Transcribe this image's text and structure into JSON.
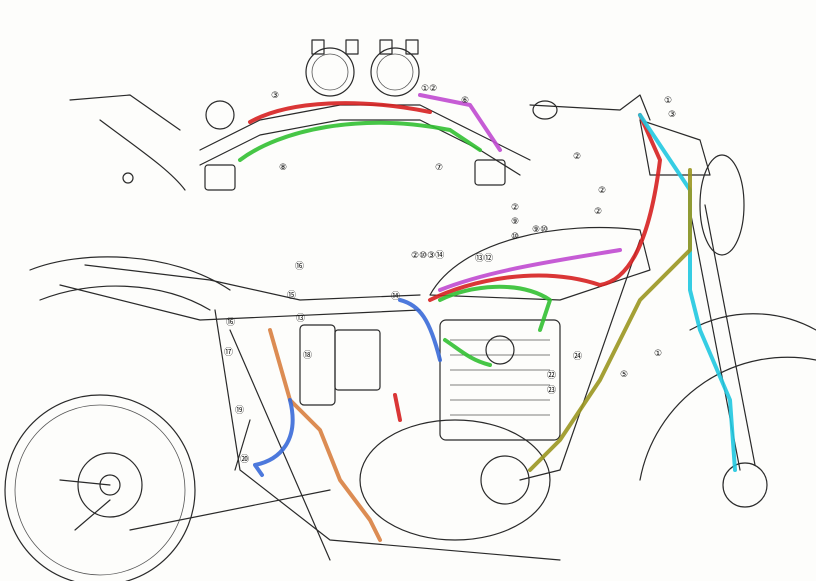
{
  "colors": {
    "red_cable": "#d62020",
    "green_cable": "#32c032",
    "magenta_cable": "#c04ad0",
    "cyan_cable": "#20c8e0",
    "olive_cable": "#9a9620",
    "orange_cable": "#d88040",
    "blue_cable": "#3a6ad8",
    "line_art": "#2a2a2a"
  },
  "callouts": [
    {
      "id": "c1",
      "text": "③"
    },
    {
      "id": "c2",
      "text": "①②"
    },
    {
      "id": "c3",
      "text": "⑥"
    },
    {
      "id": "c4",
      "text": "⑧"
    },
    {
      "id": "c5",
      "text": "⑦"
    },
    {
      "id": "c6",
      "text": "①"
    },
    {
      "id": "c7",
      "text": "③"
    },
    {
      "id": "c8",
      "text": "②"
    },
    {
      "id": "c9",
      "text": "②"
    },
    {
      "id": "c10",
      "text": "②"
    },
    {
      "id": "c11",
      "text": "②"
    },
    {
      "id": "c12",
      "text": "⑨"
    },
    {
      "id": "c13",
      "text": "⑩"
    },
    {
      "id": "c14",
      "text": "⑨⑩"
    },
    {
      "id": "c15",
      "text": "②⑩③⑭"
    },
    {
      "id": "c16",
      "text": "⑬⑫"
    },
    {
      "id": "c17",
      "text": "⑯"
    },
    {
      "id": "c18",
      "text": "⑮"
    },
    {
      "id": "c19",
      "text": "⑭"
    },
    {
      "id": "c20",
      "text": "⑬"
    },
    {
      "id": "c21",
      "text": "⑯"
    },
    {
      "id": "c22",
      "text": "⑱"
    },
    {
      "id": "c23",
      "text": "⑰"
    },
    {
      "id": "c24",
      "text": "⑲"
    },
    {
      "id": "c25",
      "text": "⑳"
    },
    {
      "id": "c26",
      "text": "㉔"
    },
    {
      "id": "c27",
      "text": "⑤"
    },
    {
      "id": "c28",
      "text": "①"
    },
    {
      "id": "c29",
      "text": "㉒"
    },
    {
      "id": "c30",
      "text": "㉓"
    }
  ]
}
